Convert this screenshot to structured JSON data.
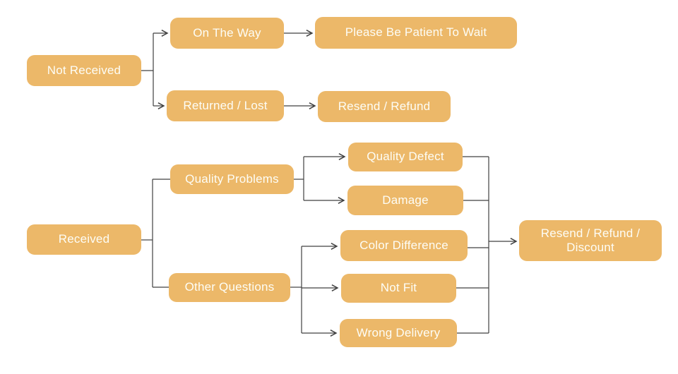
{
  "diagram": {
    "type": "flowchart",
    "colors": {
      "node_fill": "#ECB869",
      "node_text": "#FDFDF6",
      "line_color": "#404040",
      "canvas_bg": "#FFFFFF"
    },
    "nodes": [
      {
        "id": "not-received",
        "label": "Not Received"
      },
      {
        "id": "on-the-way",
        "label": "On The Way"
      },
      {
        "id": "please-be-patient-to-wait",
        "label": "Please Be Patient To Wait"
      },
      {
        "id": "returned-lost",
        "label": "Returned / Lost"
      },
      {
        "id": "resend-refund",
        "label": "Resend / Refund"
      },
      {
        "id": "received",
        "label": "Received"
      },
      {
        "id": "quality-problems",
        "label": "Quality Problems"
      },
      {
        "id": "quality-defect",
        "label": "Quality Defect"
      },
      {
        "id": "damage",
        "label": "Damage"
      },
      {
        "id": "other-questions",
        "label": "Other Questions"
      },
      {
        "id": "color-difference",
        "label": "Color Difference"
      },
      {
        "id": "not-fit",
        "label": "Not Fit"
      },
      {
        "id": "wrong-delivery",
        "label": "Wrong Delivery"
      },
      {
        "id": "resend-refund-discount",
        "label": "Resend / Refund / Discount"
      }
    ],
    "edges": [
      {
        "from": "Not Received",
        "to": "On The Way",
        "arrowhead": true
      },
      {
        "from": "Not Received",
        "to": "Returned / Lost",
        "arrowhead": true
      },
      {
        "from": "On The Way",
        "to": "Please Be Patient To Wait",
        "arrowhead": true
      },
      {
        "from": "Returned / Lost",
        "to": "Resend / Refund",
        "arrowhead": true
      },
      {
        "from": "Received",
        "to": "Quality Problems",
        "arrowhead": false
      },
      {
        "from": "Received",
        "to": "Other Questions",
        "arrowhead": false
      },
      {
        "from": "Quality Problems",
        "to": "Quality Defect",
        "arrowhead": true
      },
      {
        "from": "Quality Problems",
        "to": "Damage",
        "arrowhead": true
      },
      {
        "from": "Other Questions",
        "to": "Color Difference",
        "arrowhead": true
      },
      {
        "from": "Other Questions",
        "to": "Not Fit",
        "arrowhead": true
      },
      {
        "from": "Other Questions",
        "to": "Wrong Delivery",
        "arrowhead": true
      },
      {
        "from": "Quality Defect",
        "to": "Resend / Refund / Discount",
        "arrowhead": true
      },
      {
        "from": "Damage",
        "to": "Resend / Refund / Discount",
        "arrowhead": true
      },
      {
        "from": "Color Difference",
        "to": "Resend / Refund / Discount",
        "arrowhead": true
      },
      {
        "from": "Not Fit",
        "to": "Resend / Refund / Discount",
        "arrowhead": true
      },
      {
        "from": "Wrong Delivery",
        "to": "Resend / Refund / Discount",
        "arrowhead": true
      }
    ]
  }
}
